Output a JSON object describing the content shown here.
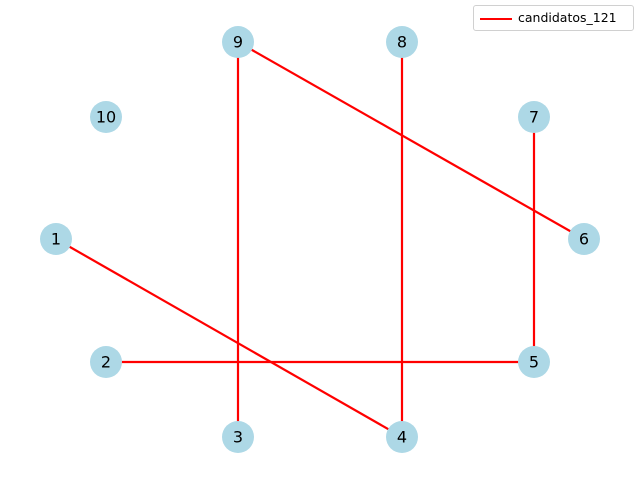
{
  "graph": {
    "node_color": "#add8e6",
    "edge_color": "#ff0000",
    "nodes": [
      {
        "id": "1",
        "label": "1"
      },
      {
        "id": "2",
        "label": "2"
      },
      {
        "id": "3",
        "label": "3"
      },
      {
        "id": "4",
        "label": "4"
      },
      {
        "id": "5",
        "label": "5"
      },
      {
        "id": "6",
        "label": "6"
      },
      {
        "id": "7",
        "label": "7"
      },
      {
        "id": "8",
        "label": "8"
      },
      {
        "id": "9",
        "label": "9"
      },
      {
        "id": "10",
        "label": "10"
      }
    ],
    "edges": [
      {
        "source": "9",
        "target": "3"
      },
      {
        "source": "9",
        "target": "6"
      },
      {
        "source": "8",
        "target": "4"
      },
      {
        "source": "7",
        "target": "5"
      },
      {
        "source": "1",
        "target": "4"
      },
      {
        "source": "2",
        "target": "5"
      }
    ]
  },
  "legend": {
    "label": "candidatos_121",
    "line_color": "#ff0000"
  }
}
